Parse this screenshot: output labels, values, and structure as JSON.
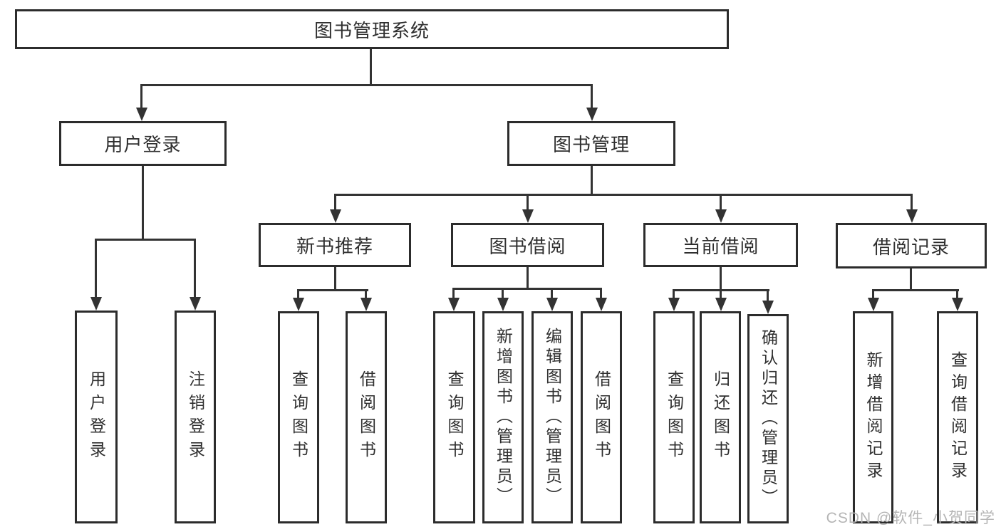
{
  "colors": {
    "line": "#333333",
    "box_border": "#2c2c2c",
    "text": "#2f2f2f",
    "background": "#ffffff",
    "watermark": "#b5b5b5"
  },
  "watermark": {
    "text": "CSDN @软件_小贺同学"
  },
  "diagram": {
    "title": "图书管理系统",
    "nodes": [
      {
        "id": "system",
        "label": "图书管理系统"
      },
      {
        "id": "user-login-group",
        "label": "用户登录"
      },
      {
        "id": "book-management",
        "label": "图书管理"
      },
      {
        "id": "new-book-recommend",
        "label": "新书推荐"
      },
      {
        "id": "book-borrow",
        "label": "图书借阅"
      },
      {
        "id": "current-borrow",
        "label": "当前借阅"
      },
      {
        "id": "borrow-records",
        "label": "借阅记录"
      },
      {
        "id": "user-login",
        "label": "用户登录"
      },
      {
        "id": "logout",
        "label": "注销登录"
      },
      {
        "id": "nb-query-book",
        "label": "查询图书"
      },
      {
        "id": "nb-borrow-book",
        "label": "借阅图书"
      },
      {
        "id": "bb-query-book",
        "label": "查询图书"
      },
      {
        "id": "bb-add-book",
        "label": "新增图书（管理员）"
      },
      {
        "id": "bb-edit-book",
        "label": "编辑图书（管理员）"
      },
      {
        "id": "bb-borrow-book",
        "label": "借阅图书"
      },
      {
        "id": "cb-query-book",
        "label": "查询图书"
      },
      {
        "id": "cb-return-book",
        "label": "归还图书"
      },
      {
        "id": "cb-confirm-return",
        "label": "确认归还（管理员）"
      },
      {
        "id": "br-add-record",
        "label": "新增借阅记录"
      },
      {
        "id": "br-query-record",
        "label": "查询借阅记录"
      }
    ],
    "edges": [
      [
        "system",
        "user-login-group"
      ],
      [
        "system",
        "book-management"
      ],
      [
        "user-login-group",
        "user-login"
      ],
      [
        "user-login-group",
        "logout"
      ],
      [
        "book-management",
        "new-book-recommend"
      ],
      [
        "book-management",
        "book-borrow"
      ],
      [
        "book-management",
        "current-borrow"
      ],
      [
        "book-management",
        "borrow-records"
      ],
      [
        "new-book-recommend",
        "nb-query-book"
      ],
      [
        "new-book-recommend",
        "nb-borrow-book"
      ],
      [
        "book-borrow",
        "bb-query-book"
      ],
      [
        "book-borrow",
        "bb-add-book"
      ],
      [
        "book-borrow",
        "bb-edit-book"
      ],
      [
        "book-borrow",
        "bb-borrow-book"
      ],
      [
        "current-borrow",
        "cb-query-book"
      ],
      [
        "current-borrow",
        "cb-return-book"
      ],
      [
        "current-borrow",
        "cb-confirm-return"
      ],
      [
        "borrow-records",
        "br-add-record"
      ],
      [
        "borrow-records",
        "br-query-record"
      ]
    ]
  }
}
